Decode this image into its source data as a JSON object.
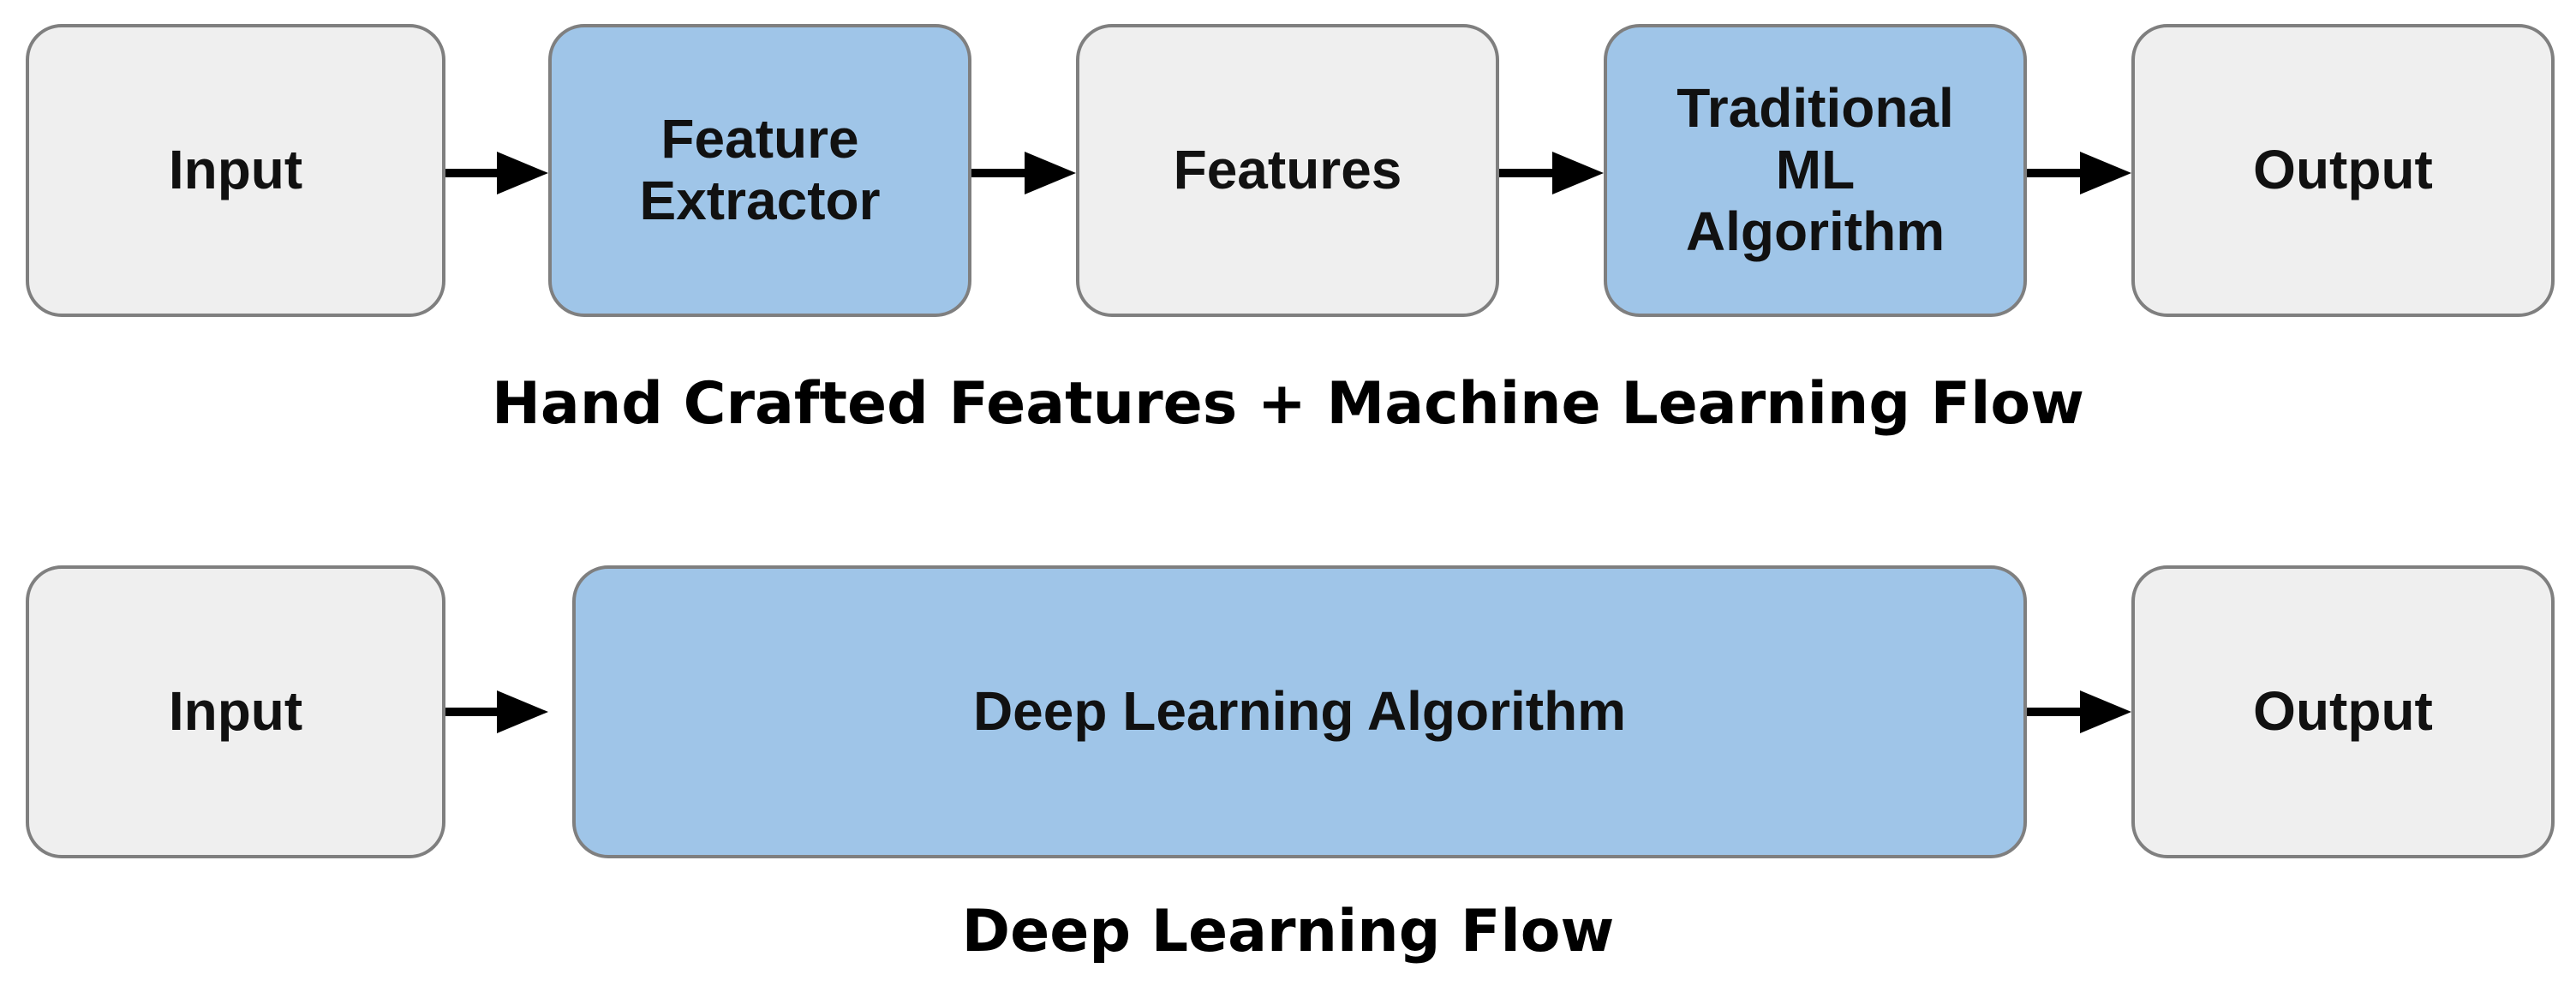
{
  "top_flow": {
    "boxes": [
      {
        "label": "Input",
        "style": "grey"
      },
      {
        "label": "Feature\nExtractor",
        "style": "blue"
      },
      {
        "label": "Features",
        "style": "grey"
      },
      {
        "label": "Traditional\nML\nAlgorithm",
        "style": "blue"
      },
      {
        "label": "Output",
        "style": "grey"
      }
    ],
    "caption": "Hand Crafted Features + Machine Learning Flow"
  },
  "bottom_flow": {
    "boxes": [
      {
        "label": "Input",
        "style": "grey"
      },
      {
        "label": "Deep Learning Algorithm",
        "style": "blue"
      },
      {
        "label": "Output",
        "style": "grey"
      }
    ],
    "caption": "Deep Learning Flow"
  },
  "colors": {
    "grey_box_fill": "#efefef",
    "blue_box_fill": "#9fc5e8",
    "box_border": "#7f7f7f",
    "arrow": "#000000",
    "text": "#111111"
  }
}
